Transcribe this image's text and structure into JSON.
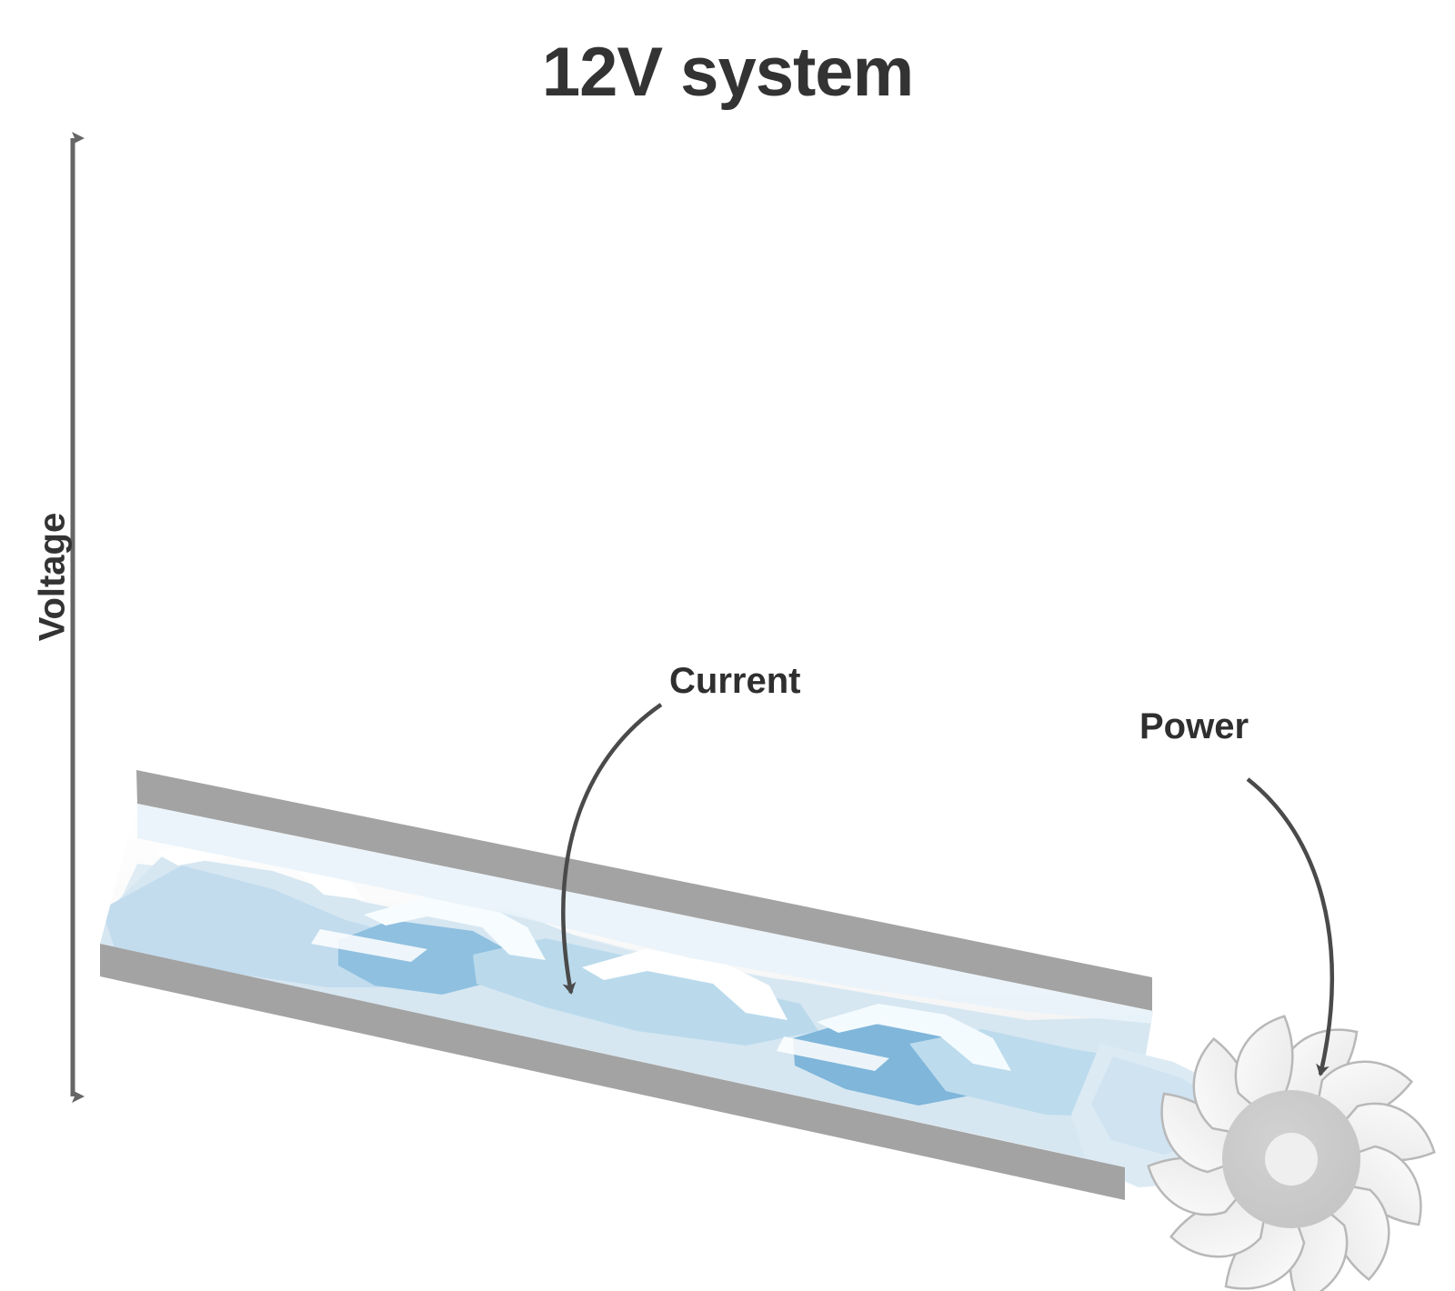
{
  "title": "12V system",
  "axis": {
    "vertical_label": "Voltage",
    "arrow_style": "double-headed",
    "arrow_color": "#666666"
  },
  "callouts": [
    {
      "id": "current",
      "label": "Current",
      "target": "water-flow-in-pipe"
    },
    {
      "id": "power",
      "label": "Power",
      "target": "turbine-wheel"
    }
  ],
  "diagram": {
    "type": "water-analogy-for-electricity",
    "pipe": {
      "name": "sloped-pipe",
      "rail_color": "#a3a3a3",
      "interior_gradient_start": "#ffffff",
      "interior_gradient_end": "#e8e8e8"
    },
    "water": {
      "name": "flowing-water",
      "colors": [
        "#dfecf4",
        "#c6dff0",
        "#a9cfe6",
        "#7fb6da",
        "#f4fafd"
      ]
    },
    "turbine": {
      "name": "turbine-wheel",
      "blade_count": 12,
      "blade_fill": "#f0f0f0",
      "blade_stroke": "#b8b8b8",
      "hub_color": "#c7c7c7",
      "hub_center_color": "#efefef"
    }
  },
  "colors": {
    "background": "#ffffff",
    "text": "#333333",
    "accent_gray": "#a3a3a3",
    "water_blue": "#a9cfe6"
  }
}
